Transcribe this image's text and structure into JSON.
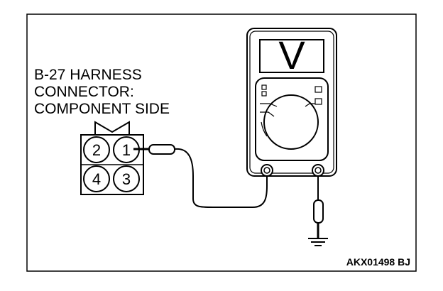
{
  "connector": {
    "label_lines": [
      "B-27 HARNESS",
      "CONNECTOR:",
      "COMPONENT SIDE"
    ],
    "pins": [
      "2",
      "1",
      "4",
      "3"
    ]
  },
  "meter": {
    "display_symbol": "V"
  },
  "figure_code": "AKX01498 BJ",
  "colors": {
    "line": "#000000",
    "background": "#ffffff"
  }
}
